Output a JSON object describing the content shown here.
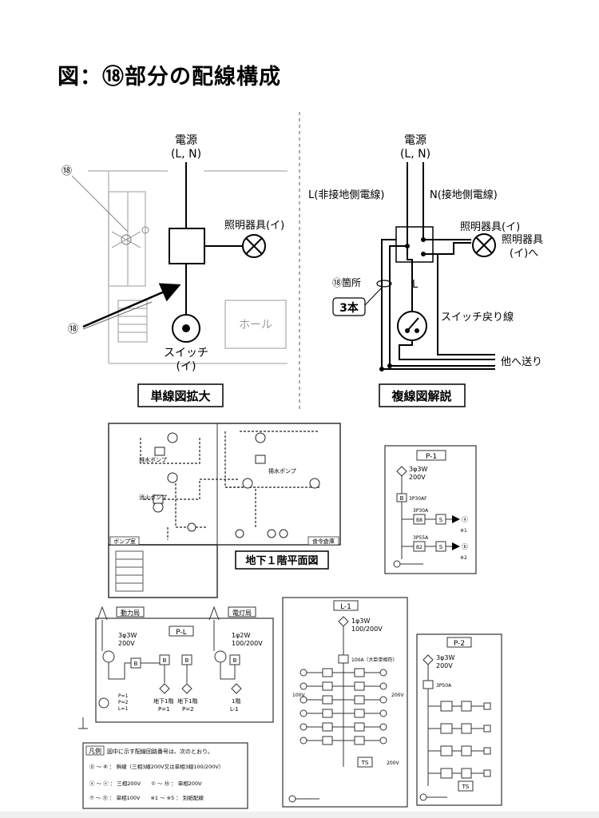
{
  "title": "図：⑱部分の配線構成",
  "single_line": {
    "power_label": "電源",
    "power_ln": "(L, N)",
    "light_label": "照明器具(イ)",
    "switch_label": "スイッチ",
    "switch_sub": "(イ)",
    "hall_label": "ホール",
    "marker_18": "⑱",
    "caption": "単線図拡大"
  },
  "multi_line": {
    "power_label": "電源",
    "power_ln": "(L, N)",
    "l_wire": "L(非接地側電線)",
    "n_wire": "N(接地側電線)",
    "light_label": "照明器具(イ)",
    "light_to_1": "照明器具",
    "light_to_2": "(イ)へ",
    "point_18": "⑱箇所",
    "count": "3本",
    "l_mark": "L",
    "switch_return": "スイッチ戻り線",
    "send_other": "他へ送り",
    "caption": "複線図解説"
  },
  "floor_plan": {
    "caption": "地下１階平面図",
    "room_pump": "ポンプ室",
    "room_storage": "食令倉庫",
    "label_drain_pump": "排水ポンプ",
    "label_water_pump": "揚水ポンプ",
    "label_fire_pump": "消火ポンプ"
  },
  "panel_p1": {
    "name": "P-1",
    "spec1": "3φ3W",
    "spec2": "200V",
    "main_breaker": "3P30AF",
    "b1_label": "3P30A",
    "b2_label": "3P55A",
    "out1": "ⓐ",
    "out2": "ⓑ",
    "note1": "※1",
    "note2": "※2"
  },
  "panel_pl": {
    "name": "P-L",
    "board_power": "動力局",
    "board_light": "電灯局",
    "spec_power_1": "3φ3W",
    "spec_power_2": "200V",
    "spec_light_1": "1φ2W",
    "spec_light_2": "100/200V",
    "legend_p1": "P=1",
    "legend_p2": "P=2",
    "legend_l1": "L=1",
    "dest1_1": "地下1階",
    "dest1_2": "P=1",
    "dest2_1": "地下1階",
    "dest2_2": "P=2",
    "dest3_1": "1階",
    "dest3_2": "L-1"
  },
  "legend": {
    "heading": "凡例",
    "intro": "図中に示す配線回路番号は、次のとおり。",
    "line1": "⓪ 〜 ⑥ ： 幹線（三相3線200V又は単相3線100/200V）",
    "line2": "ⓐ 〜 ⓔ ： 三相200V　　① 〜 ⑯ ： 単相200V",
    "line3": "⑦ 〜 ⑪ ： 単相100V　　※1 〜 ※5 ： 別紙配線"
  },
  "panel_l1": {
    "name": "L-1",
    "spec1": "1φ3W",
    "spec2": "100/200V",
    "main": "100A（大臣単相符）",
    "v100": "100V",
    "v200": "200V",
    "ts": "TS",
    "out_200": "200V"
  },
  "panel_p2": {
    "name": "P-2",
    "spec1": "3φ3W",
    "spec2": "200V",
    "main_breaker": "3P50A",
    "ts": "TS"
  }
}
